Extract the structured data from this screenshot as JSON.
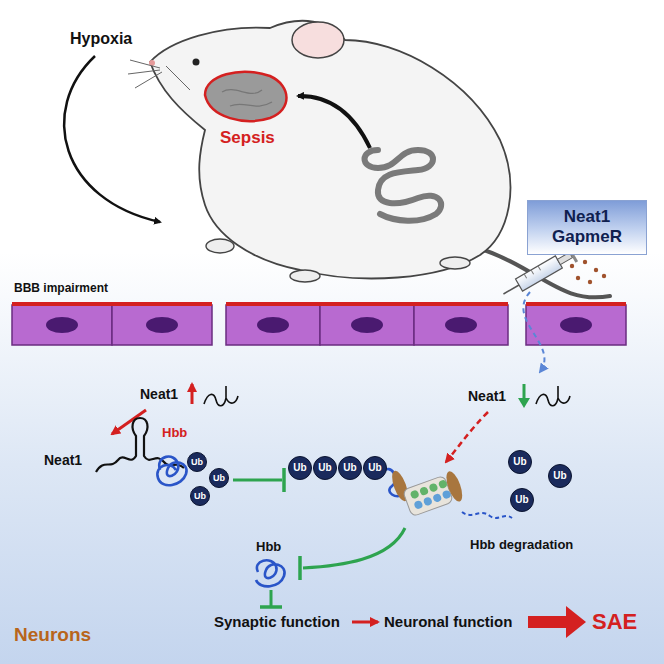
{
  "diagram": {
    "nodes": [
      {
        "text": [
          "Neat1 GapmeR"
        ]
      },
      {
        "text": [
          "Ub"
        ]
      },
      {
        "text": [
          "Ub"
        ]
      },
      {
        "text": [
          "Ub"
        ]
      },
      {
        "text": [
          "Ub"
        ]
      },
      {
        "text": [
          "Ub"
        ]
      },
      {
        "text": [
          "Ub"
        ]
      },
      {
        "text": [
          "Ub"
        ]
      },
      {
        "text": [
          "Ub"
        ]
      },
      {
        "text": [
          "Ub"
        ]
      },
      {
        "text": [
          "Ub"
        ]
      }
    ],
    "labels": [
      "Hypoxia",
      "Sepsis",
      "BBB impairment",
      "Neat1",
      "Neat1",
      "Neat1",
      "Hbb",
      "Hbb degradation",
      "Hbb",
      "Synaptic function",
      "Neuronal function",
      "SAE",
      "Neurons"
    ]
  }
}
